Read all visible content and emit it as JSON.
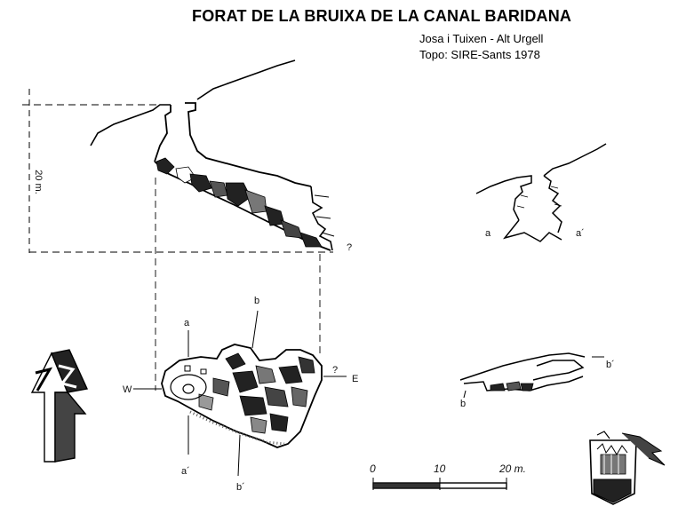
{
  "title": "FORAT DE LA BRUIXA DE LA CANAL BARIDANA",
  "location": "Josa i Tuixen  -  Alt Urgell",
  "survey": "Topo: SIRE-Sants  1978",
  "section": {
    "depth_label": "20 m.",
    "unknown_mark": "?"
  },
  "plan": {
    "west_label": "W",
    "east_label": "E",
    "unknown_mark": "?",
    "cut_a": "a",
    "cut_a_prime": "a´",
    "cut_b": "b",
    "cut_b_prime": "b´"
  },
  "cross_section_a": {
    "left_label": "a",
    "right_label": "a´"
  },
  "cross_section_b": {
    "left_label": "b",
    "right_label": "b´"
  },
  "scale": {
    "tick_0": "0",
    "tick_10": "10",
    "tick_20": "20 m."
  },
  "icons": [
    "north-arrow-icon",
    "sire-club-logo-icon"
  ]
}
